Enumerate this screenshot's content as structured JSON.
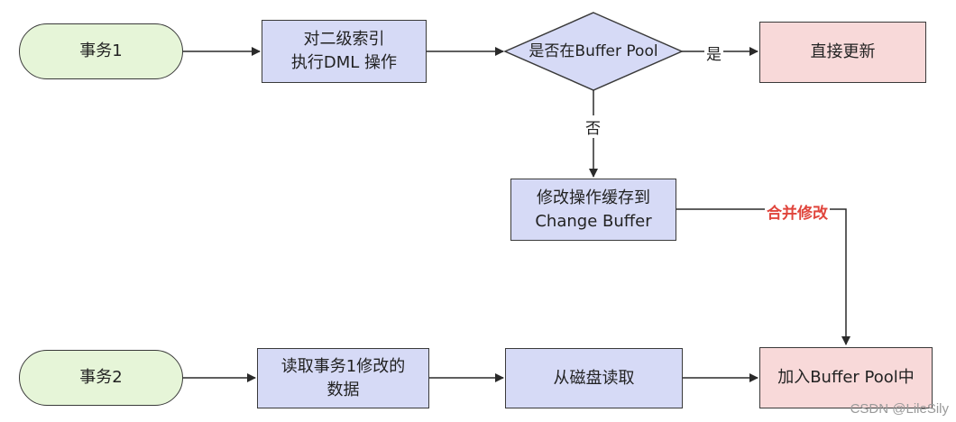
{
  "nodes": {
    "txn1": "事务1",
    "op": "对二级索引\n执行DML 操作",
    "decision": "是否在Buffer Pool",
    "direct_update": "直接更新",
    "cache_change": "修改操作缓存到\nChange Buffer",
    "txn2": "事务2",
    "read_modified": "读取事务1修改的\n数据",
    "disk_read": "从磁盘读取",
    "add_pool": "加入Buffer Pool中"
  },
  "edges": {
    "yes": "是",
    "no": "否",
    "merge": "合并修改"
  },
  "colors": {
    "terminal_fill": "#e6f5d8",
    "process_fill": "#d6daf6",
    "result_fill": "#f8d9d9",
    "merge_label": "#e0453c"
  },
  "watermark": "CSDN @LileSily"
}
